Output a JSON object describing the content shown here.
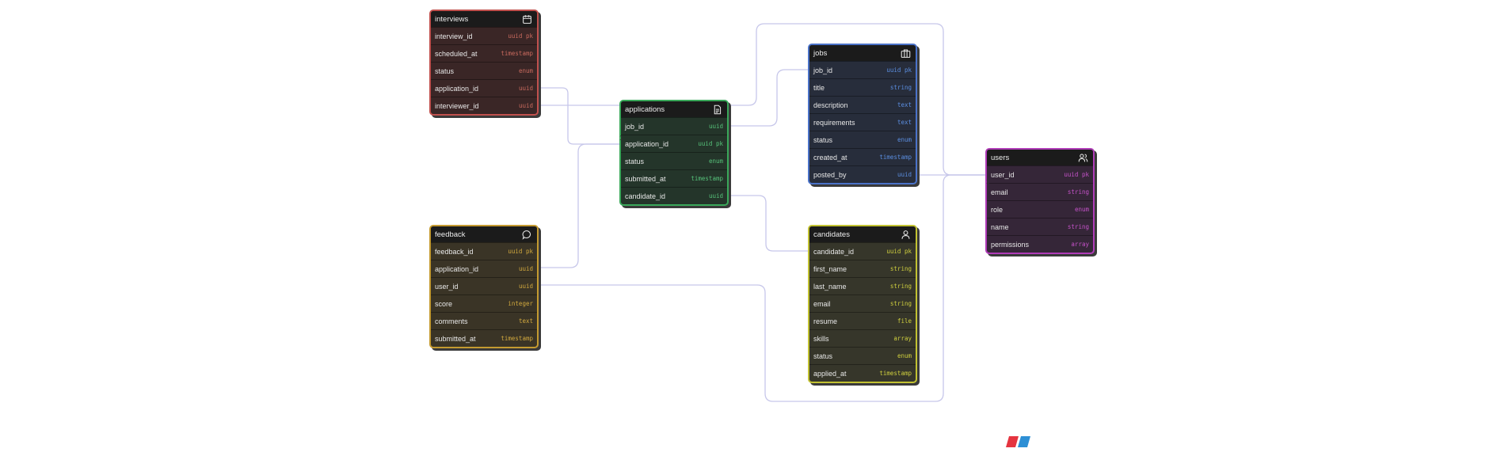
{
  "tables": {
    "interviews": {
      "name": "interviews",
      "icon": "calendar-icon",
      "border": "#c0504d",
      "body": "#3a2626",
      "type_color": "#c96a5e",
      "fields": [
        {
          "name": "interview_id",
          "type": "uuid pk"
        },
        {
          "name": "scheduled_at",
          "type": "timestamp"
        },
        {
          "name": "status",
          "type": "enum"
        },
        {
          "name": "application_id",
          "type": "uuid"
        },
        {
          "name": "interviewer_id",
          "type": "uuid"
        }
      ]
    },
    "applications": {
      "name": "applications",
      "icon": "document-icon",
      "border": "#3aa85a",
      "body": "#24352a",
      "type_color": "#56c27a",
      "fields": [
        {
          "name": "job_id",
          "type": "uuid"
        },
        {
          "name": "application_id",
          "type": "uuid pk"
        },
        {
          "name": "status",
          "type": "enum"
        },
        {
          "name": "submitted_at",
          "type": "timestamp"
        },
        {
          "name": "candidate_id",
          "type": "uuid"
        }
      ]
    },
    "jobs": {
      "name": "jobs",
      "icon": "briefcase-icon",
      "border": "#4a72c8",
      "body": "#272d3b",
      "type_color": "#5b8ee0",
      "fields": [
        {
          "name": "job_id",
          "type": "uuid pk"
        },
        {
          "name": "title",
          "type": "string"
        },
        {
          "name": "description",
          "type": "text"
        },
        {
          "name": "requirements",
          "type": "text"
        },
        {
          "name": "status",
          "type": "enum"
        },
        {
          "name": "created_at",
          "type": "timestamp"
        },
        {
          "name": "posted_by",
          "type": "uuid"
        }
      ]
    },
    "users": {
      "name": "users",
      "icon": "users-icon",
      "border": "#b03cb8",
      "body": "#352638",
      "type_color": "#c552c9",
      "fields": [
        {
          "name": "user_id",
          "type": "uuid pk"
        },
        {
          "name": "email",
          "type": "string"
        },
        {
          "name": "role",
          "type": "enum"
        },
        {
          "name": "name",
          "type": "string"
        },
        {
          "name": "permissions",
          "type": "array"
        }
      ]
    },
    "feedback": {
      "name": "feedback",
      "icon": "comment-icon",
      "border": "#c49a30",
      "body": "#3a3426",
      "type_color": "#d2a93e",
      "fields": [
        {
          "name": "feedback_id",
          "type": "uuid pk"
        },
        {
          "name": "application_id",
          "type": "uuid"
        },
        {
          "name": "user_id",
          "type": "uuid"
        },
        {
          "name": "score",
          "type": "integer"
        },
        {
          "name": "comments",
          "type": "text"
        },
        {
          "name": "submitted_at",
          "type": "timestamp"
        }
      ]
    },
    "candidates": {
      "name": "candidates",
      "icon": "user-icon",
      "border": "#c2c232",
      "body": "#36362a",
      "type_color": "#cfcf3e",
      "fields": [
        {
          "name": "candidate_id",
          "type": "uuid pk"
        },
        {
          "name": "first_name",
          "type": "string"
        },
        {
          "name": "last_name",
          "type": "string"
        },
        {
          "name": "email",
          "type": "string"
        },
        {
          "name": "resume",
          "type": "file"
        },
        {
          "name": "skills",
          "type": "array"
        },
        {
          "name": "status",
          "type": "enum"
        },
        {
          "name": "applied_at",
          "type": "timestamp"
        }
      ]
    }
  },
  "cardinality": {
    "applications": "1",
    "users": "1"
  },
  "logo_colors": {
    "left": "#e5343f",
    "right": "#2d8fd5"
  }
}
